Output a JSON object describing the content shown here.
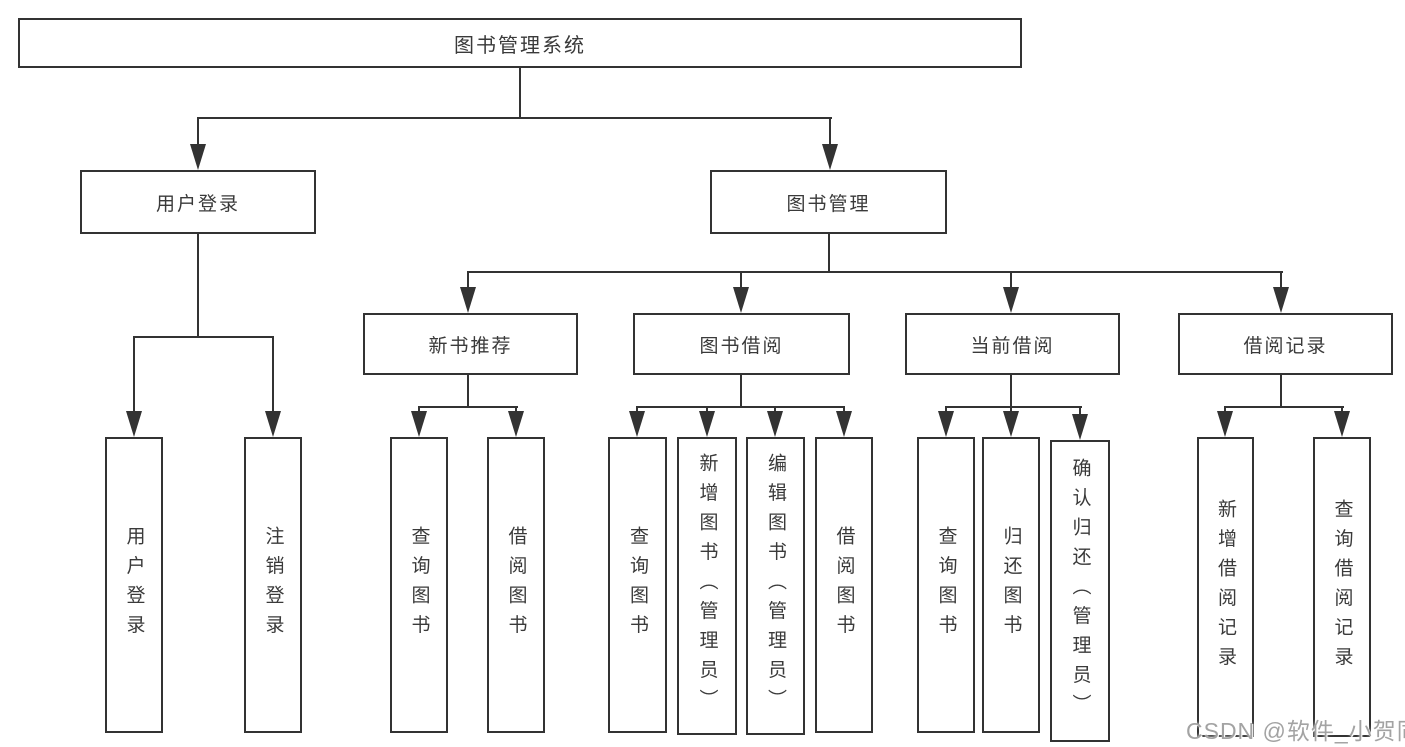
{
  "tree": {
    "root": "图书管理系统",
    "children": [
      {
        "label": "用户登录",
        "children": [
          {
            "label": "用户登录"
          },
          {
            "label": "注销登录"
          }
        ]
      },
      {
        "label": "图书管理",
        "children": [
          {
            "label": "新书推荐",
            "children": [
              {
                "label": "查询图书"
              },
              {
                "label": "借阅图书"
              }
            ]
          },
          {
            "label": "图书借阅",
            "children": [
              {
                "label": "查询图书"
              },
              {
                "label": "新增图书（管理员）"
              },
              {
                "label": "编辑图书（管理员）"
              },
              {
                "label": "借阅图书"
              }
            ]
          },
          {
            "label": "当前借阅",
            "children": [
              {
                "label": "查询图书"
              },
              {
                "label": "归还图书"
              },
              {
                "label": "确认归还（管理员）"
              }
            ]
          },
          {
            "label": "借阅记录",
            "children": [
              {
                "label": "新增借阅记录"
              },
              {
                "label": "查询借阅记录"
              }
            ]
          }
        ]
      }
    ]
  },
  "watermark": "CSDN @软件_小贺同学",
  "colors": {
    "line": "#333333",
    "text": "#3a3a3a",
    "watermark": "#a3a3a3",
    "background": "#ffffff"
  }
}
